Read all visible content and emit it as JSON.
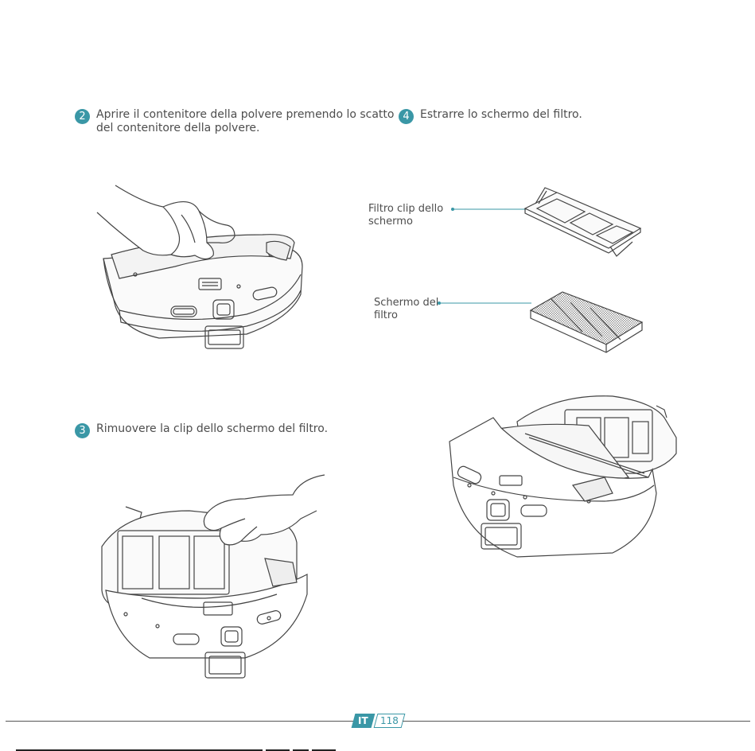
{
  "steps": {
    "step2": {
      "number": "2",
      "text": "Aprire il contenitore della polvere premendo lo scatto\ndel contenitore della polvere."
    },
    "step3": {
      "number": "3",
      "text": "Rimuovere la clip dello schermo del filtro."
    },
    "step4": {
      "number": "4",
      "text": "Estrarre lo schermo del filtro."
    }
  },
  "callouts": {
    "filter_clip": "Filtro clip dello\nschermo",
    "filter_screen": "Schermo del\nfiltro"
  },
  "footer": {
    "language": "IT",
    "page": "118"
  },
  "colors": {
    "accent": "#3a97a6",
    "line": "#555555"
  }
}
